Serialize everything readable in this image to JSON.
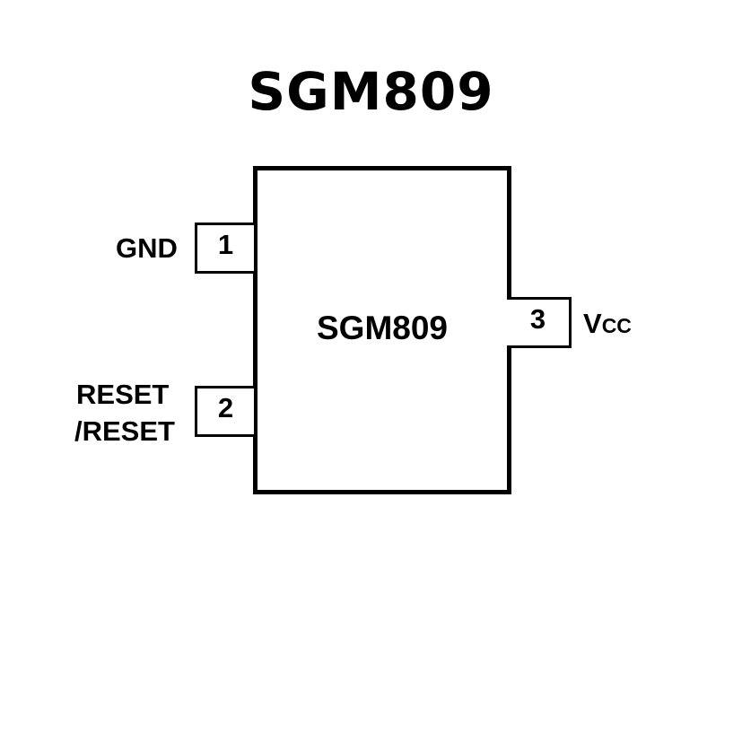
{
  "diagram": {
    "title": "SGM809",
    "chip_label": "SGM809",
    "pins": [
      {
        "number": "1",
        "label": "GND",
        "side": "left"
      },
      {
        "number": "2",
        "label_line1": "RESET",
        "label_line2": "/RESET",
        "side": "left"
      },
      {
        "number": "3",
        "label_main": "V",
        "label_sub": "CC",
        "side": "right"
      }
    ]
  }
}
